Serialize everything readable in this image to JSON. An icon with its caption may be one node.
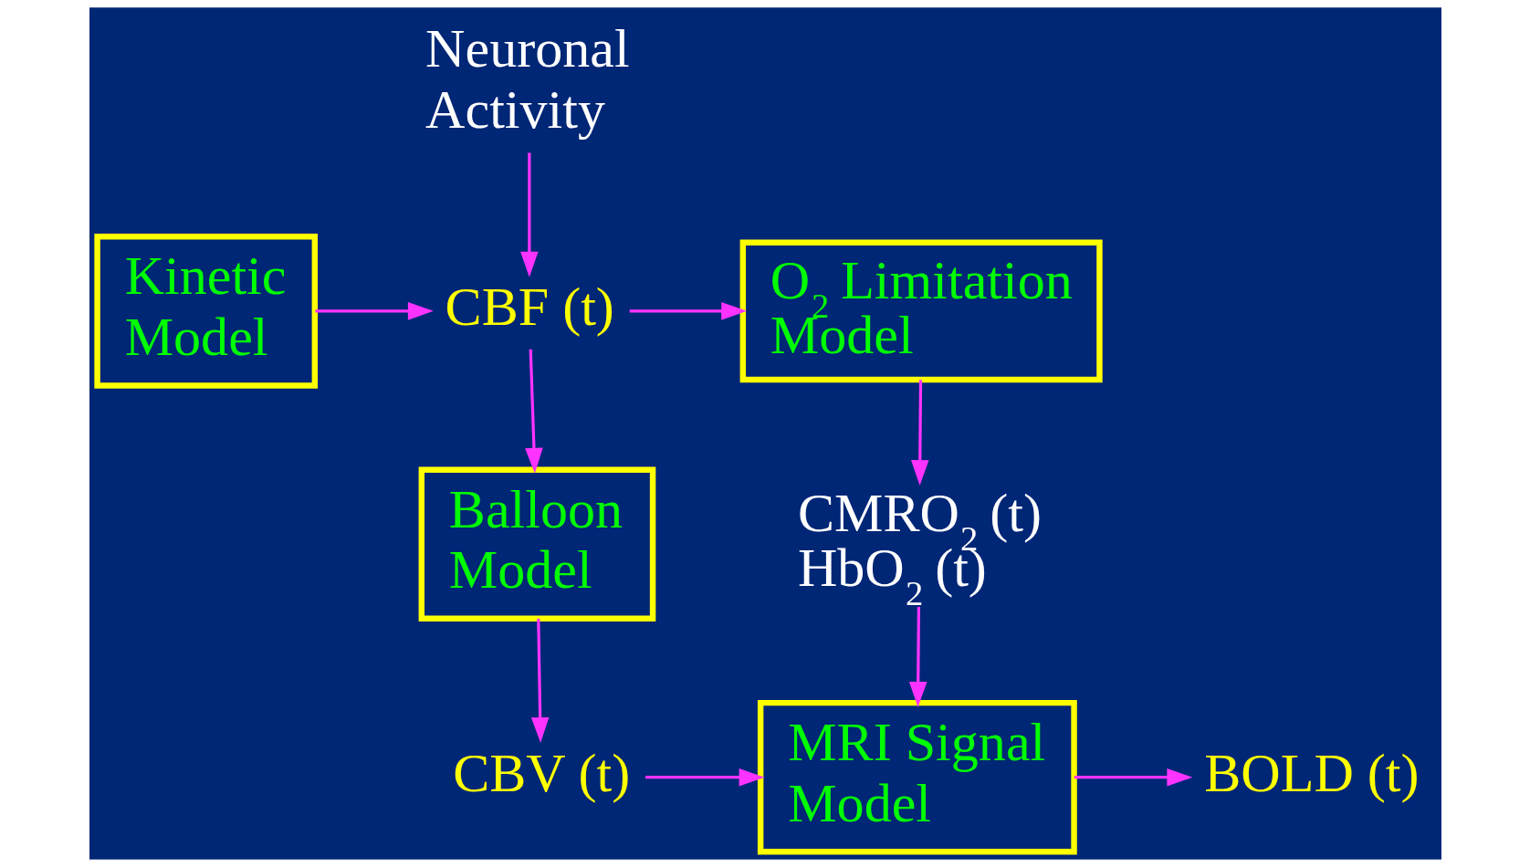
{
  "diagram": {
    "nodes": [
      {
        "text": [
          "Neuronal Activity"
        ]
      },
      {
        "text": [
          "Kinetic Model"
        ]
      },
      {
        "text": [
          "CBF (t)"
        ]
      },
      {
        "text": [
          "O$_{2}$ Limitation Model"
        ]
      },
      {
        "text": [
          "Balloon Model"
        ]
      },
      {
        "text": [
          "CMRO$_{2}$ (t)",
          "HbO$_{2}$ (t)"
        ]
      },
      {
        "text": [
          "CBV (t)"
        ]
      },
      {
        "text": [
          "MRI Signal Model"
        ]
      },
      {
        "text": [
          "BOLD (t)"
        ]
      }
    ],
    "edges": [
      {
        "from": 0,
        "to": 2,
        "arrow": "to"
      },
      {
        "from": 1,
        "to": 2,
        "arrow": "to"
      },
      {
        "from": 2,
        "to": 3,
        "arrow": "to"
      },
      {
        "from": 2,
        "to": 4,
        "arrow": "to"
      },
      {
        "from": 3,
        "to": 5,
        "arrow": "to"
      },
      {
        "from": 4,
        "to": 6,
        "arrow": "to"
      },
      {
        "from": 5,
        "to": 7,
        "arrow": "to"
      },
      {
        "from": 6,
        "to": 7,
        "arrow": "to"
      },
      {
        "from": 7,
        "to": 8,
        "arrow": "to"
      }
    ]
  }
}
